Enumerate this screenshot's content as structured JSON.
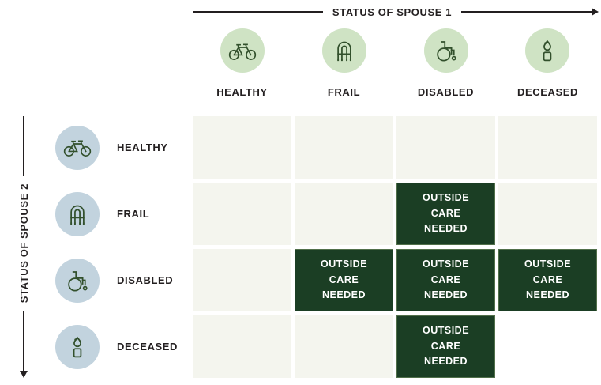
{
  "top_axis": {
    "label": "STATUS OF SPOUSE 1"
  },
  "left_axis": {
    "label": "STATUS OF SPOUSE 2"
  },
  "statuses": [
    {
      "id": "healthy",
      "label": "HEALTHY",
      "icon": "bicycle-icon"
    },
    {
      "id": "frail",
      "label": "FRAIL",
      "icon": "walker-icon"
    },
    {
      "id": "disabled",
      "label": "DISABLED",
      "icon": "wheelchair-icon"
    },
    {
      "id": "deceased",
      "label": "DECEASED",
      "icon": "candle-icon"
    }
  ],
  "cell_text": {
    "care": "OUTSIDE\nCARE\nNEEDED"
  },
  "matrix": {
    "rows": [
      "HEALTHY",
      "FRAIL",
      "DISABLED",
      "DECEASED"
    ],
    "cols": [
      "HEALTHY",
      "FRAIL",
      "DISABLED",
      "DECEASED"
    ],
    "cells": [
      [
        "plain",
        "plain",
        "plain",
        "plain"
      ],
      [
        "plain",
        "plain",
        "care",
        "plain"
      ],
      [
        "plain",
        "care",
        "care",
        "care"
      ],
      [
        "plain",
        "plain",
        "care",
        "none"
      ]
    ]
  },
  "colors": {
    "care_cell": "#1b3e24",
    "care_cell_border": "#51704a",
    "plain_cell": "#f4f5ee",
    "column_circle": "#cfe3c4",
    "row_circle": "#c2d3de",
    "icon_stroke": "#32502c",
    "text": "#231f20",
    "care_text": "#ffffff"
  }
}
